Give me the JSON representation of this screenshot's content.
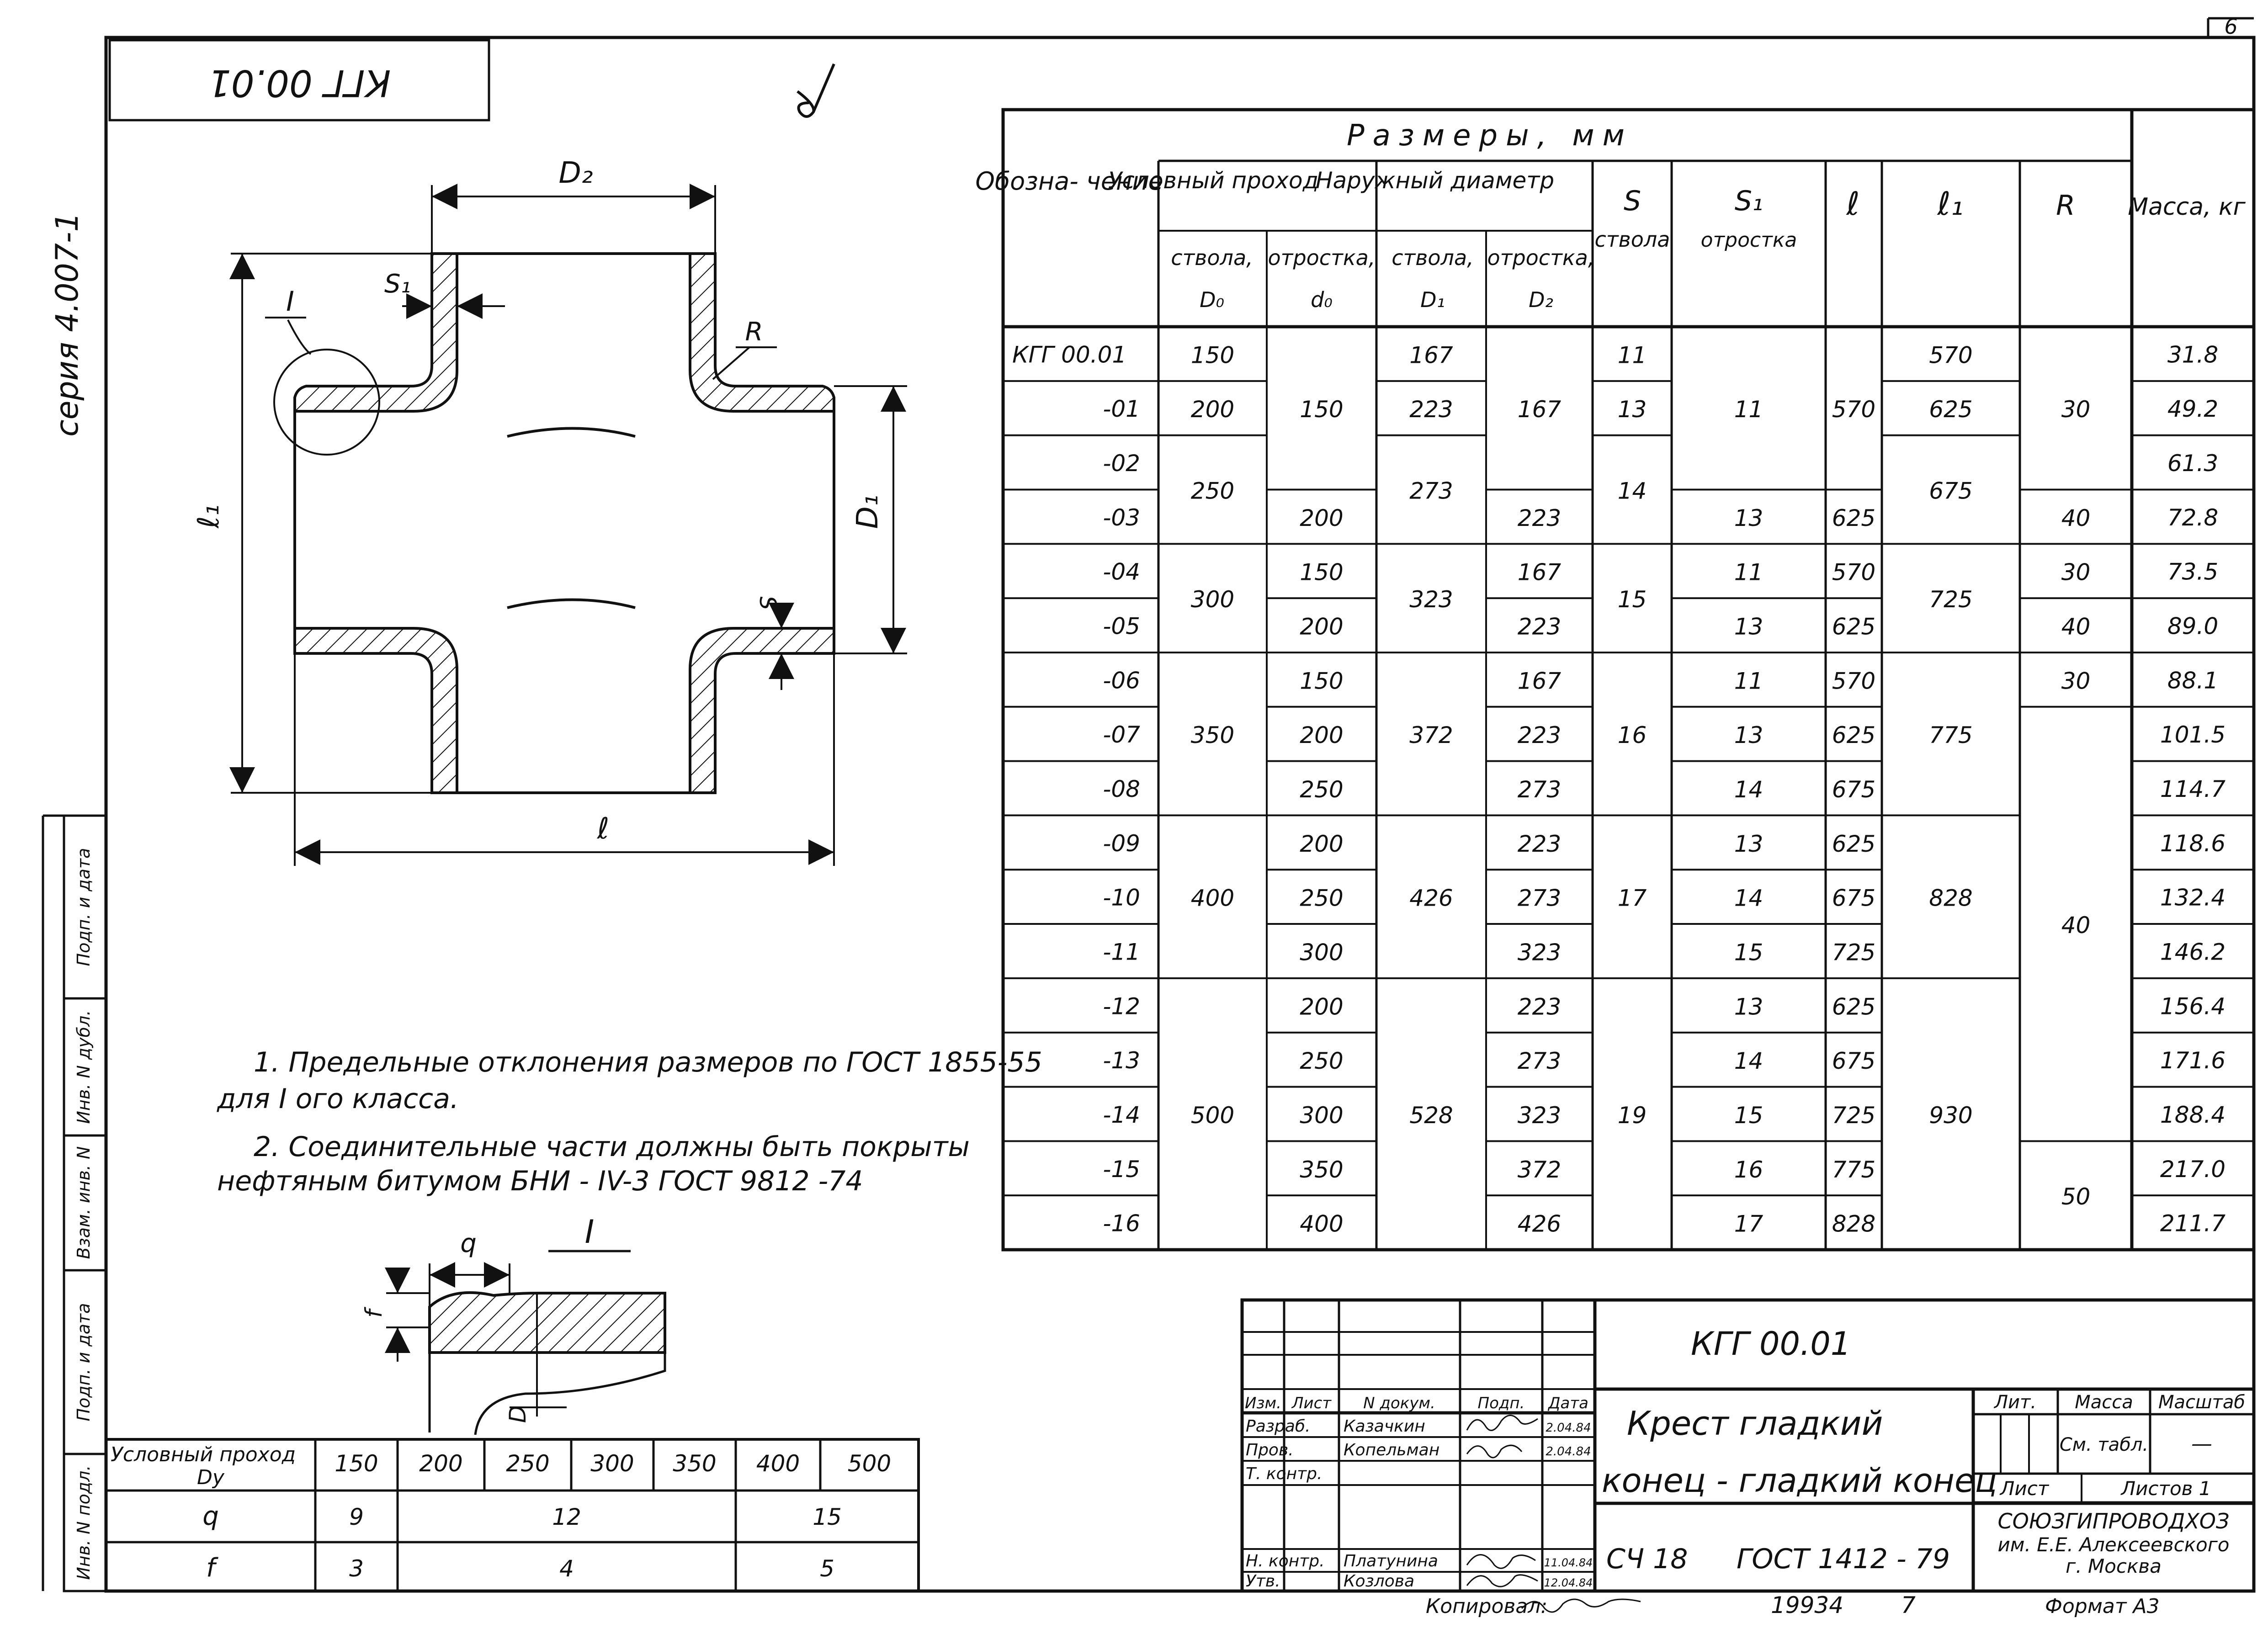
{
  "page_number": "6",
  "stamp_code": "КГГ 00.01",
  "series": "серия 4.007-1",
  "figure": {
    "labels": {
      "D2": "D₂",
      "S1": "S₁",
      "I": "I",
      "R": "R",
      "l1": "ℓ₁",
      "D1": "D₁",
      "S": "S",
      "l": "ℓ"
    },
    "detail": {
      "title": "I",
      "q": "q",
      "f": "f",
      "D": "D"
    }
  },
  "notes": [
    "1. Предельные отклонения размеров по ГОСТ 1855-55",
    "для I ого класса.",
    "2. Соединительные части должны быть покрыты",
    "нефтяным битумом БНИ - IV-3 ГОСТ 9812 -74"
  ],
  "main_table": {
    "group_header": "Размеры, мм",
    "headers": {
      "designation": "Обозна- чение",
      "nominal": "Условный проход",
      "outer": "Наружный диаметр",
      "s": "S",
      "s_sub": "ствола",
      "s1": "S₁",
      "s1_sub": "отростка",
      "l": "ℓ",
      "l1": "ℓ₁",
      "r": "R",
      "mass": "Масса, кг",
      "barrel": "ствола,",
      "branch": "отростка,",
      "d0": "D₀",
      "do": "d₀",
      "D1": "D₁",
      "D2": "D₂"
    },
    "rows": [
      {
        "des": "КГГ 00.01",
        "D0": "150",
        "d0": "150",
        "D1": "167",
        "D2": "167",
        "S": "11",
        "S1": "11",
        "l": "570",
        "l1": "570",
        "R": "30",
        "mass": "31.8"
      },
      {
        "des": "-01",
        "D0": "200",
        "d0": "150",
        "D1": "223",
        "D2": "167",
        "S": "13",
        "S1": "11",
        "l": "570",
        "l1": "625",
        "R": "30",
        "mass": "49.2"
      },
      {
        "des": "-02",
        "D0": "250",
        "d0": "",
        "D1": "273",
        "D2": "",
        "S": "14",
        "S1": "",
        "l": "",
        "l1": "675",
        "R": "",
        "mass": "61.3"
      },
      {
        "des": "-03",
        "D0": "250",
        "d0": "200",
        "D1": "273",
        "D2": "223",
        "S": "14",
        "S1": "13",
        "l": "625",
        "l1": "675",
        "R": "40",
        "mass": "72.8"
      },
      {
        "des": "-04",
        "D0": "300",
        "d0": "150",
        "D1": "323",
        "D2": "167",
        "S": "15",
        "S1": "11",
        "l": "570",
        "l1": "725",
        "R": "30",
        "mass": "73.5"
      },
      {
        "des": "-05",
        "D0": "300",
        "d0": "200",
        "D1": "323",
        "D2": "223",
        "S": "15",
        "S1": "13",
        "l": "625",
        "l1": "725",
        "R": "40",
        "mass": "89.0"
      },
      {
        "des": "-06",
        "D0": "350",
        "d0": "150",
        "D1": "372",
        "D2": "167",
        "S": "16",
        "S1": "11",
        "l": "570",
        "l1": "775",
        "R": "30",
        "mass": "88.1"
      },
      {
        "des": "-07",
        "D0": "350",
        "d0": "200",
        "D1": "372",
        "D2": "223",
        "S": "16",
        "S1": "13",
        "l": "625",
        "l1": "775",
        "R": "40",
        "mass": "101.5"
      },
      {
        "des": "-08",
        "D0": "350",
        "d0": "250",
        "D1": "372",
        "D2": "273",
        "S": "16",
        "S1": "14",
        "l": "675",
        "l1": "775",
        "R": "40",
        "mass": "114.7"
      },
      {
        "des": "-09",
        "D0": "400",
        "d0": "200",
        "D1": "426",
        "D2": "223",
        "S": "17",
        "S1": "13",
        "l": "625",
        "l1": "828",
        "R": "40",
        "mass": "118.6"
      },
      {
        "des": "-10",
        "D0": "400",
        "d0": "250",
        "D1": "426",
        "D2": "273",
        "S": "17",
        "S1": "14",
        "l": "675",
        "l1": "828",
        "R": "40",
        "mass": "132.4"
      },
      {
        "des": "-11",
        "D0": "400",
        "d0": "300",
        "D1": "426",
        "D2": "323",
        "S": "17",
        "S1": "15",
        "l": "725",
        "l1": "828",
        "R": "40",
        "mass": "146.2"
      },
      {
        "des": "-12",
        "D0": "500",
        "d0": "200",
        "D1": "528",
        "D2": "223",
        "S": "19",
        "S1": "13",
        "l": "625",
        "l1": "930",
        "R": "40",
        "mass": "156.4"
      },
      {
        "des": "-13",
        "D0": "500",
        "d0": "250",
        "D1": "528",
        "D2": "273",
        "S": "19",
        "S1": "14",
        "l": "675",
        "l1": "930",
        "R": "40",
        "mass": "171.6"
      },
      {
        "des": "-14",
        "D0": "500",
        "d0": "300",
        "D1": "528",
        "D2": "323",
        "S": "19",
        "S1": "15",
        "l": "725",
        "l1": "930",
        "R": "40",
        "mass": "188.4"
      },
      {
        "des": "-15",
        "D0": "500",
        "d0": "350",
        "D1": "528",
        "D2": "372",
        "S": "19",
        "S1": "16",
        "l": "775",
        "l1": "930",
        "R": "50",
        "mass": "217.0"
      },
      {
        "des": "-16",
        "D0": "500",
        "d0": "400",
        "D1": "528",
        "D2": "426",
        "S": "19",
        "S1": "17",
        "l": "828",
        "l1": "930",
        "R": "50",
        "mass": "211.7"
      }
    ]
  },
  "small_table": {
    "header": "Условный проход Dу",
    "values": [
      "150",
      "200",
      "250",
      "300",
      "350",
      "400",
      "500"
    ],
    "q_label": "q",
    "q_values": [
      "9",
      "12",
      "15"
    ],
    "f_label": "f",
    "f_values": [
      "3",
      "4",
      "5"
    ]
  },
  "side_labels": [
    "Подп. и дата",
    "Инв. N дубл.",
    "Взам. инв. N",
    "Подп. и дата",
    "Инв. N подл."
  ],
  "title_block": {
    "code": "КГГ 00.01",
    "name_line1": "Крест гладкий",
    "name_line2": "конец - гладкий конец",
    "cols": [
      "Изм.",
      "Лист",
      "N докум.",
      "Подп.",
      "Дата"
    ],
    "roles": [
      {
        "role": "Разраб.",
        "name": "Казачкин",
        "date": "2.04.84"
      },
      {
        "role": "Пров.",
        "name": "Копельман",
        "date": "2.04.84"
      },
      {
        "role": "Т. контр.",
        "name": "",
        "date": ""
      },
      {
        "role": "Н. контр.",
        "name": "Платунина",
        "date": "11.04.84"
      },
      {
        "role": "Утв.",
        "name": "Козлова",
        "date": "12.04.84"
      }
    ],
    "lit": "Лит.",
    "mass": "Масса",
    "scale": "Масштаб",
    "mass_value": "См. табл.",
    "scale_value": "—",
    "sheet": "Лист",
    "sheets": "Листов 1",
    "std_code": "СЧ 18",
    "std": "ГОСТ 1412 - 79",
    "org1": "СОЮЗГИПРОВОДХОЗ",
    "org2": "им. Е.Е. Алексеевского",
    "org3": "г. Москва"
  },
  "footer": {
    "copied": "Копировал:",
    "inv": "19934",
    "num": "7",
    "format": "Формат А3"
  }
}
